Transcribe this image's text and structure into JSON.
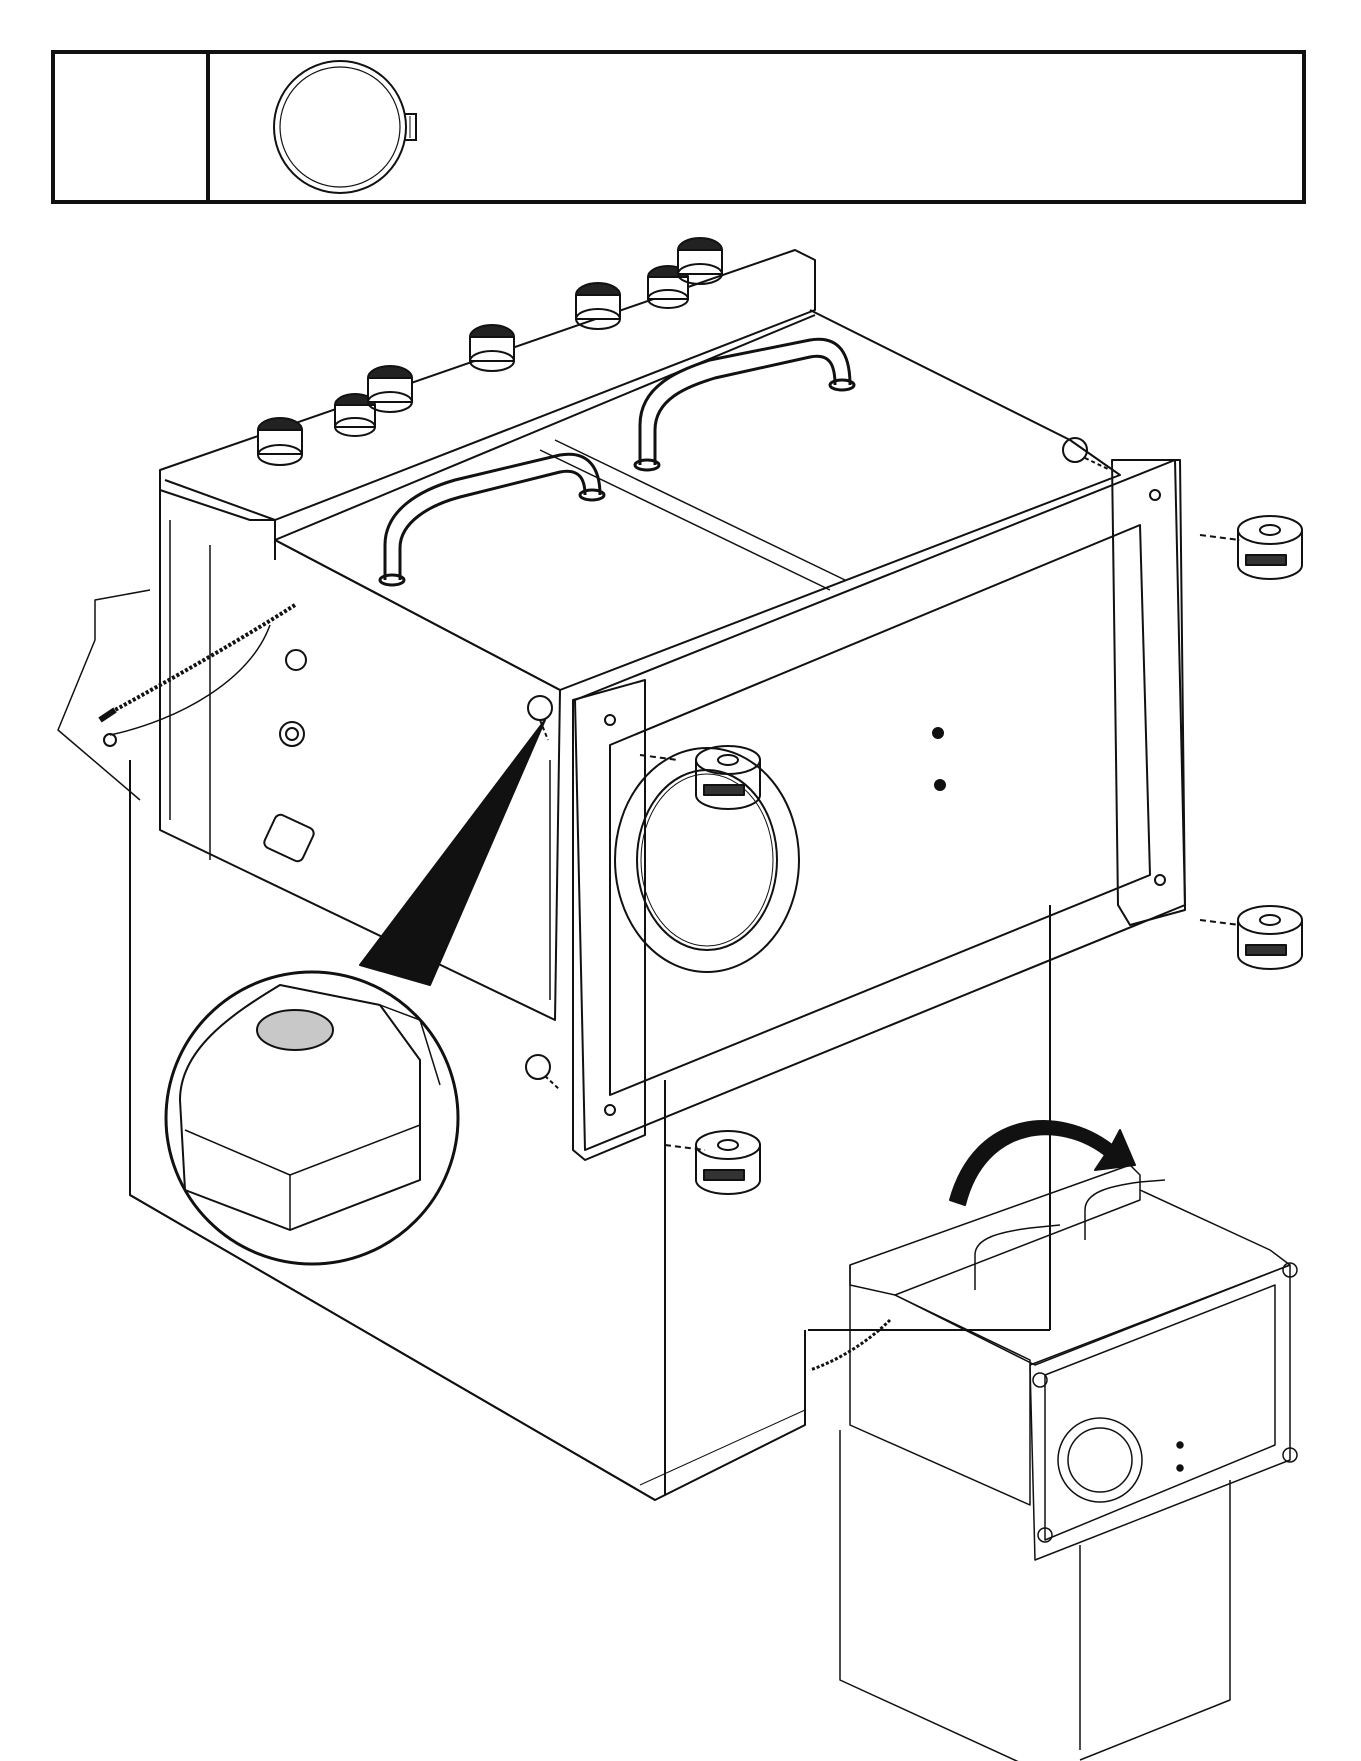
{
  "header": {
    "step_label": "",
    "part_icon": "wheel-cap-icon"
  },
  "illustration": {
    "main_view": "cabinet-cart-assembly",
    "detail_view": "wheel-mount-detail",
    "inset_view": "assembled-cart-inset",
    "arrow_icon": "flip-over-arrow-icon",
    "line_color": "#111111",
    "highlight_color": "#c8c8c8"
  }
}
